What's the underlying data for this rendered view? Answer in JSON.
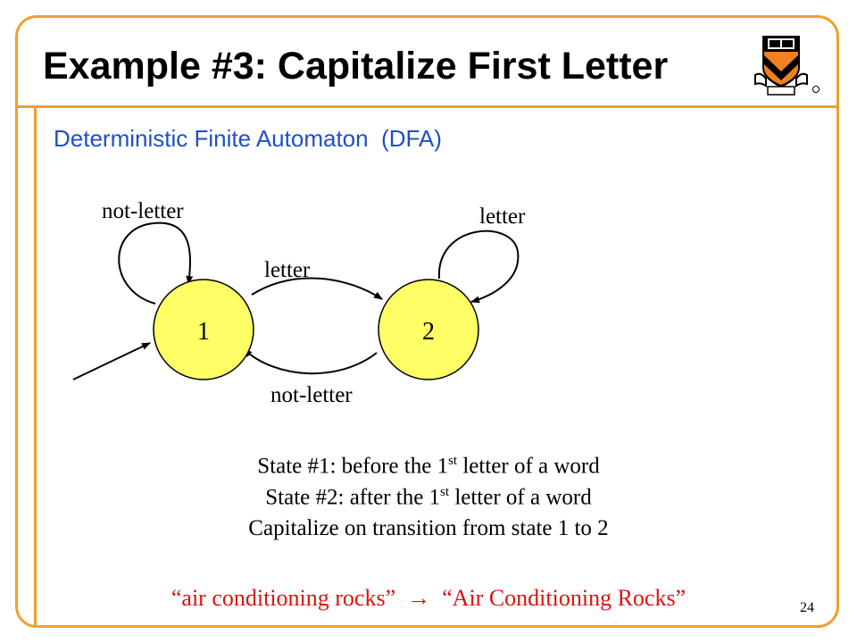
{
  "slide": {
    "title": "Example #3: Capitalize First Letter",
    "subtitle": "Deterministic Finite Automaton  (DFA)",
    "page_number": "24",
    "logo": {
      "icon": "princeton-shield-icon",
      "orange": "#f08020",
      "black": "#000000"
    }
  },
  "diagram": {
    "states": [
      {
        "id": "1",
        "label": "1",
        "fill": "#ffff66"
      },
      {
        "id": "2",
        "label": "2",
        "fill": "#ffff66"
      }
    ],
    "transitions": [
      {
        "from": "1",
        "to": "1",
        "label": "not-letter"
      },
      {
        "from": "1",
        "to": "2",
        "label": "letter"
      },
      {
        "from": "2",
        "to": "2",
        "label": "letter"
      },
      {
        "from": "2",
        "to": "1",
        "label": "not-letter"
      }
    ],
    "start_state": "1"
  },
  "description": {
    "line1": {
      "prefix": "State #1: before the 1",
      "sup": "st",
      "suffix": " letter of a word"
    },
    "line2": {
      "prefix": "State #2: after the 1",
      "sup": "st",
      "suffix": " letter of a word"
    },
    "line3": "Capitalize on transition from state 1 to 2"
  },
  "example": {
    "input": "“air conditioning rocks”",
    "arrow": "→",
    "output": "“Air Conditioning Rocks”",
    "color": "#e01010"
  }
}
